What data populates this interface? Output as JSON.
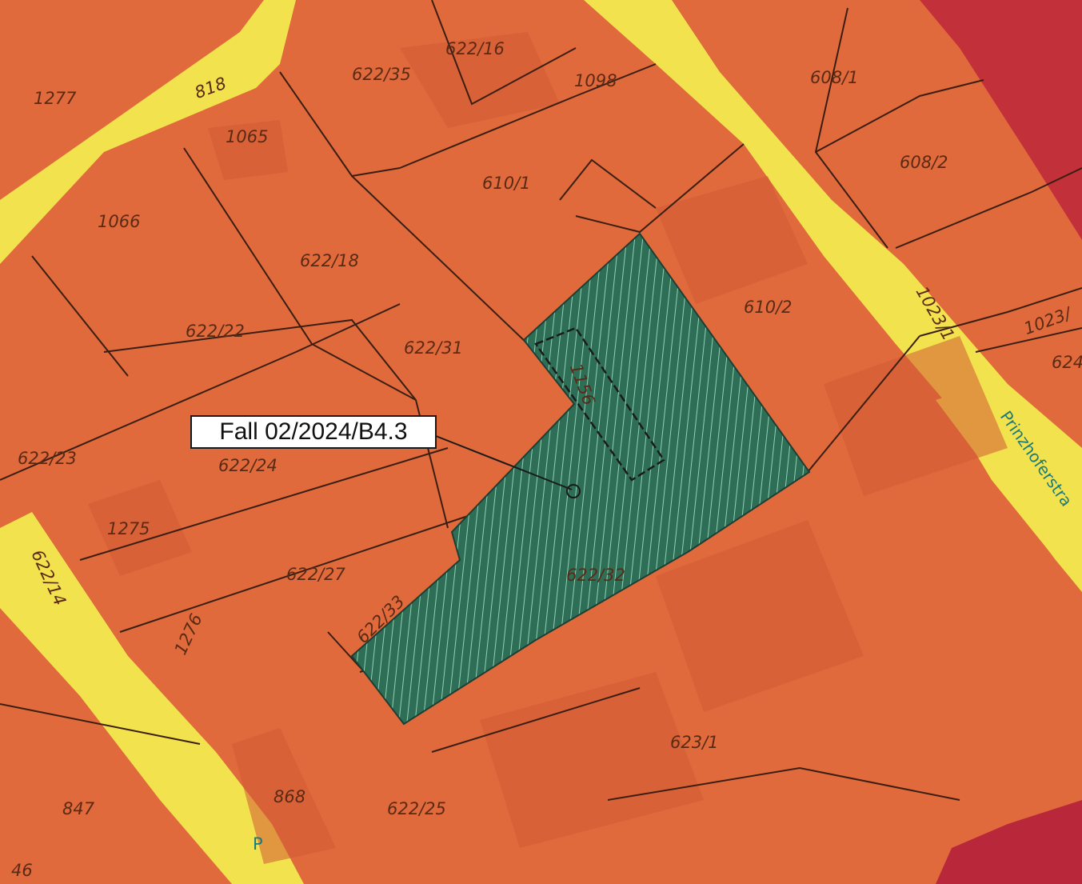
{
  "callout": {
    "label": "Fall 02/2024/B4.3"
  },
  "street": {
    "name": "Prinzhoferstra"
  },
  "parcels": [
    "1277",
    "818",
    "1065",
    "622/35",
    "622/16",
    "1098",
    "608/1",
    "608/2",
    "1066",
    "610/1",
    "622/18",
    "622/22",
    "622/31",
    "610/2",
    "1023/1",
    "1023/",
    "624",
    "1156",
    "622/23",
    "622/24",
    "1275",
    "622/27",
    "622/32",
    "622/14",
    "622/33",
    "1276",
    "623/1",
    "847",
    "868",
    "622/25",
    "46",
    "P"
  ],
  "colors": {
    "parcel_fill": "#e06a3c",
    "road_fill": "#f2e24e",
    "highlight_fill": "#2f6f58",
    "dark_zone": "#c2303a",
    "line": "#3a1e12"
  }
}
